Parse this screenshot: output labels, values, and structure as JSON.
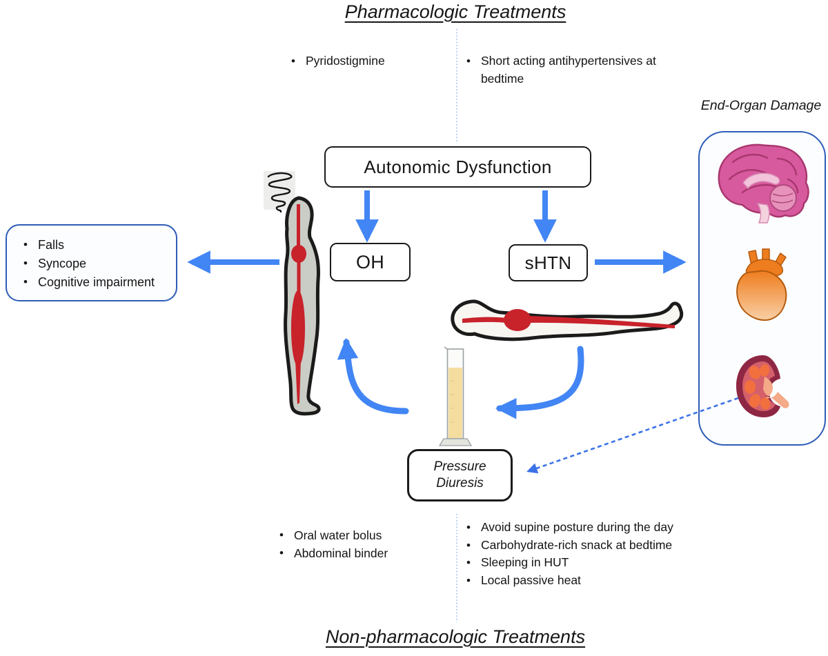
{
  "titles": {
    "top": "Pharmacologic Treatments",
    "bottom": "Non-pharmacologic Treatments",
    "end_organ": "End-Organ Damage"
  },
  "pharmacologic": {
    "left_items": [
      "Pyridostigmine"
    ],
    "right_items": [
      "Short acting antihypertensives at bedtime"
    ]
  },
  "nonpharmacologic": {
    "left_items": [
      "Oral water bolus",
      "Abdominal binder"
    ],
    "right_items": [
      "Avoid supine posture during the day",
      "Carbohydrate-rich snack at bedtime",
      "Sleeping in HUT",
      "Local passive heat"
    ]
  },
  "nodes": {
    "autonomic_dysfunction": "Autonomic Dysfunction",
    "oh": "OH",
    "shtn": "sHTN",
    "pressure_diuresis": "Pressure Diuresis"
  },
  "consequences_box": {
    "items": [
      "Falls",
      "Syncope",
      "Cognitive impairment"
    ]
  },
  "organs": [
    "brain",
    "heart",
    "kidney"
  ],
  "colors": {
    "arrow_blue": "#4285F4",
    "dashed_arrow_blue": "#3B72E8",
    "dotted_divider_blue": "#A6C0EC",
    "box_border_blue": "#2D5CB7",
    "node_border_black": "#1B1B1B",
    "vessel_red": "#C8222B",
    "body_grey": "#C9CDC5",
    "brain_pink": "#D85A9E",
    "heart_orange": "#EE7D1F",
    "kidney_maroon": "#8E2744",
    "kidney_lobe_orange": "#F26F3E",
    "urine_yellow": "#F4DD9E"
  }
}
